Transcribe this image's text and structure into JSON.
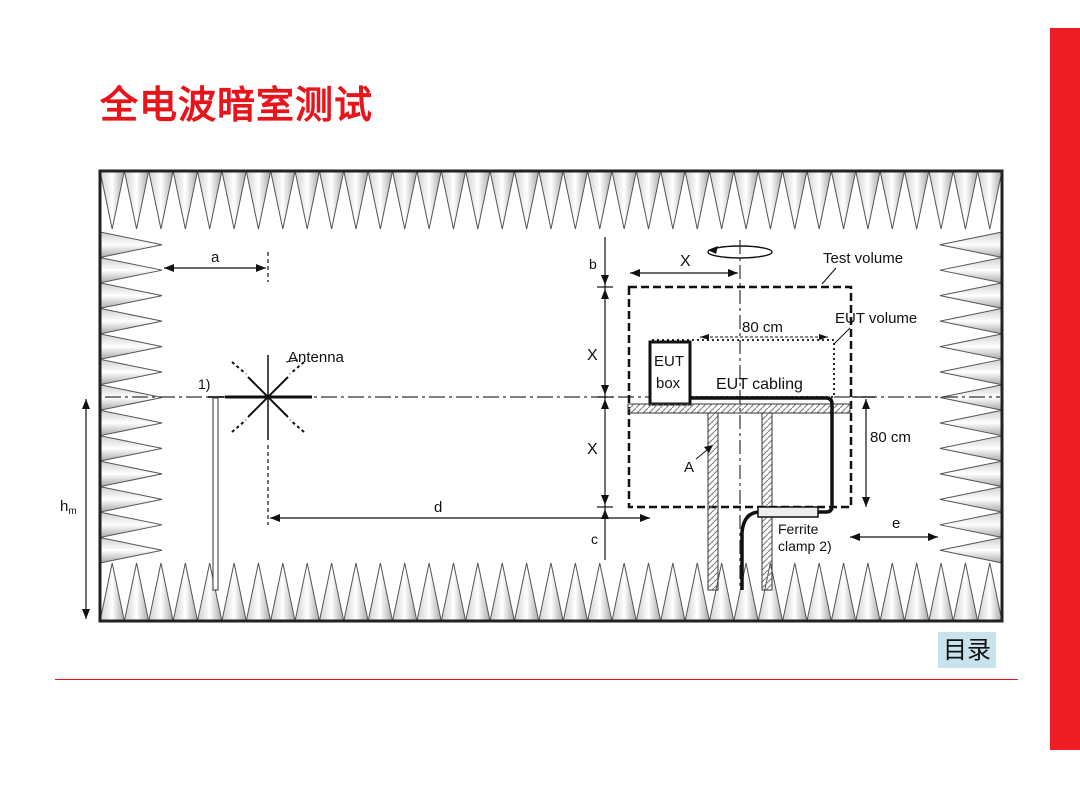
{
  "slide": {
    "title": "全电波暗室测试",
    "accent_color": "#ee1c25",
    "nav_button": {
      "label": "目录",
      "background": "#c9e3ec"
    }
  },
  "diagram": {
    "labels": {
      "a": "a",
      "b": "b",
      "c": "c",
      "d": "d",
      "e": "e",
      "x_top": "X",
      "x_upper": "X",
      "x_lower": "X",
      "h": "h",
      "h_sub": "m",
      "antenna": "Antenna",
      "note_1": "1)",
      "test_volume": "Test volume",
      "eut_volume": "EUT volume",
      "dim_80cm_horizontal": "80 cm",
      "dim_80cm_vertical": "80 cm",
      "eut_box_line1": "EUT",
      "eut_box_line2": "box",
      "eut_cabling": "EUT cabling",
      "a_marker": "A",
      "ferrite_line1": "Ferrite",
      "ferrite_line2": "clamp 2)"
    }
  }
}
